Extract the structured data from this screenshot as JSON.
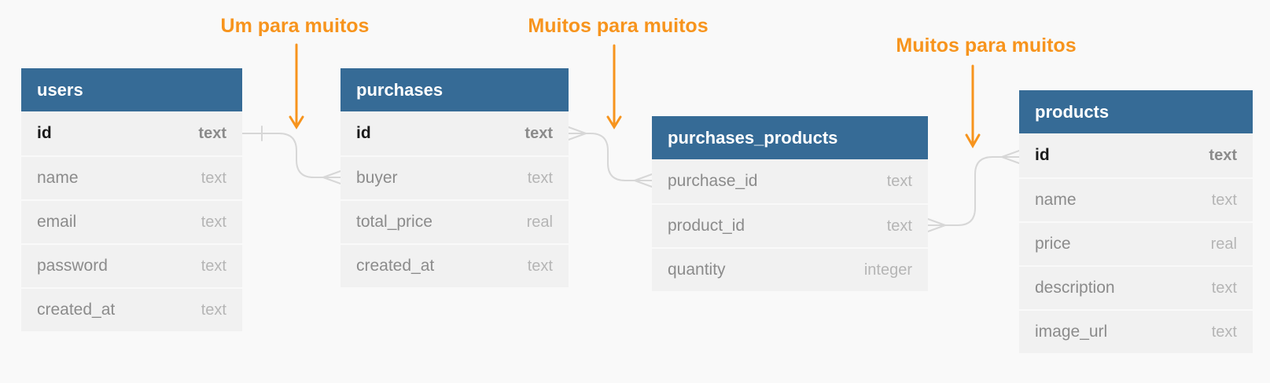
{
  "diagram": {
    "annotations": [
      {
        "label": "Um para muitos"
      },
      {
        "label": "Muitos para muitos"
      },
      {
        "label": "Muitos para muitos"
      }
    ],
    "tables": [
      {
        "key": "users",
        "title": "users",
        "fields": [
          {
            "name": "id",
            "type": "text",
            "pk": true
          },
          {
            "name": "name",
            "type": "text",
            "pk": false
          },
          {
            "name": "email",
            "type": "text",
            "pk": false
          },
          {
            "name": "password",
            "type": "text",
            "pk": false
          },
          {
            "name": "created_at",
            "type": "text",
            "pk": false
          }
        ]
      },
      {
        "key": "purchases",
        "title": "purchases",
        "fields": [
          {
            "name": "id",
            "type": "text",
            "pk": true
          },
          {
            "name": "buyer",
            "type": "text",
            "pk": false
          },
          {
            "name": "total_price",
            "type": "real",
            "pk": false
          },
          {
            "name": "created_at",
            "type": "text",
            "pk": false
          }
        ]
      },
      {
        "key": "purchases_products",
        "title": "purchases_products",
        "fields": [
          {
            "name": "purchase_id",
            "type": "text",
            "pk": false
          },
          {
            "name": "product_id",
            "type": "text",
            "pk": false
          },
          {
            "name": "quantity",
            "type": "integer",
            "pk": false
          }
        ]
      },
      {
        "key": "products",
        "title": "products",
        "fields": [
          {
            "name": "id",
            "type": "text",
            "pk": true
          },
          {
            "name": "name",
            "type": "text",
            "pk": false
          },
          {
            "name": "price",
            "type": "real",
            "pk": false
          },
          {
            "name": "description",
            "type": "text",
            "pk": false
          },
          {
            "name": "image_url",
            "type": "text",
            "pk": false
          }
        ]
      }
    ],
    "relationships": [
      {
        "from": "users.id",
        "to": "purchases.buyer",
        "cardinality": "one-to-many"
      },
      {
        "from": "purchases.id",
        "to": "purchases_products.purchase_id",
        "cardinality": "many-to-many"
      },
      {
        "from": "purchases_products.product_id",
        "to": "products.id",
        "cardinality": "many-to-many"
      }
    ],
    "colors": {
      "page_bg": "#F9F9F9",
      "table_header_bg": "#366B96",
      "table_header_text": "#FFFFFF",
      "row_bg": "#F1F1F1",
      "field_name": "#8B8B8B",
      "field_type": "#B5B5B5",
      "pk_name": "#1A1A1A",
      "annotation_orange": "#F7941D",
      "connector_gray": "#D7D7D7"
    }
  }
}
